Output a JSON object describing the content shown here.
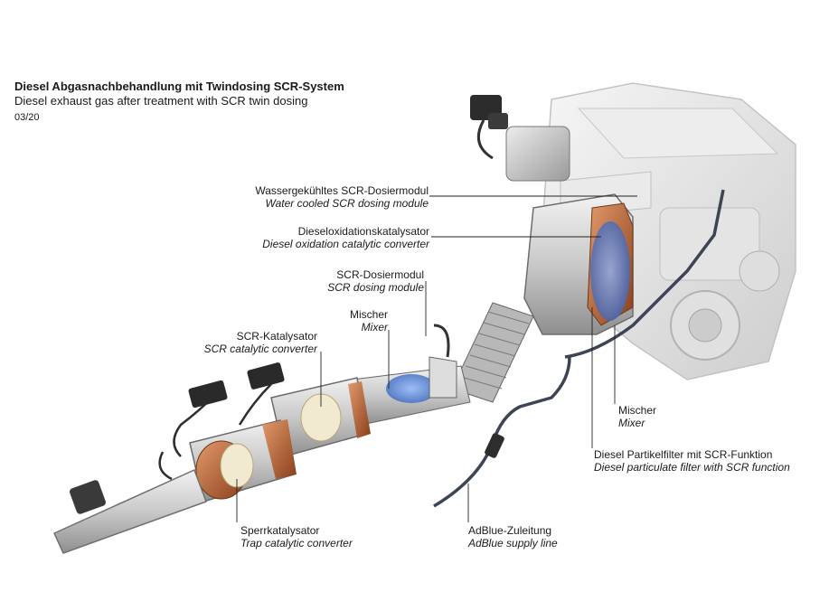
{
  "header": {
    "title": "Diesel Abgasnachbehandlung mit Twindosing SCR-System",
    "subtitle": "Diesel exhaust gas after treatment with SCR twin dosing",
    "date": "03/20"
  },
  "labels": {
    "water_cooled": {
      "de": "Wassergekühltes SCR-Dosiermodul",
      "en": "Water cooled SCR dosing module"
    },
    "oxidation": {
      "de": "Dieseloxidationskatalysator",
      "en": "Diesel oxidation catalytic converter"
    },
    "scr_dosing": {
      "de": "SCR-Dosiermodul",
      "en": "SCR dosing module"
    },
    "mixer_left": {
      "de": "Mischer",
      "en": "Mixer"
    },
    "scr_catalyst": {
      "de": "SCR-Katalysator",
      "en": "SCR catalytic converter"
    },
    "mixer_right": {
      "de": "Mischer",
      "en": "Mixer"
    },
    "dpf": {
      "de": "Diesel Partikelfilter mit SCR-Funktion",
      "en": "Diesel particulate filter with SCR function"
    },
    "trap": {
      "de": "Sperrkatalysator",
      "en": "Trap catalytic converter"
    },
    "adblue": {
      "de": "AdBlue-Zuleitung",
      "en": "AdBlue supply line"
    }
  }
}
